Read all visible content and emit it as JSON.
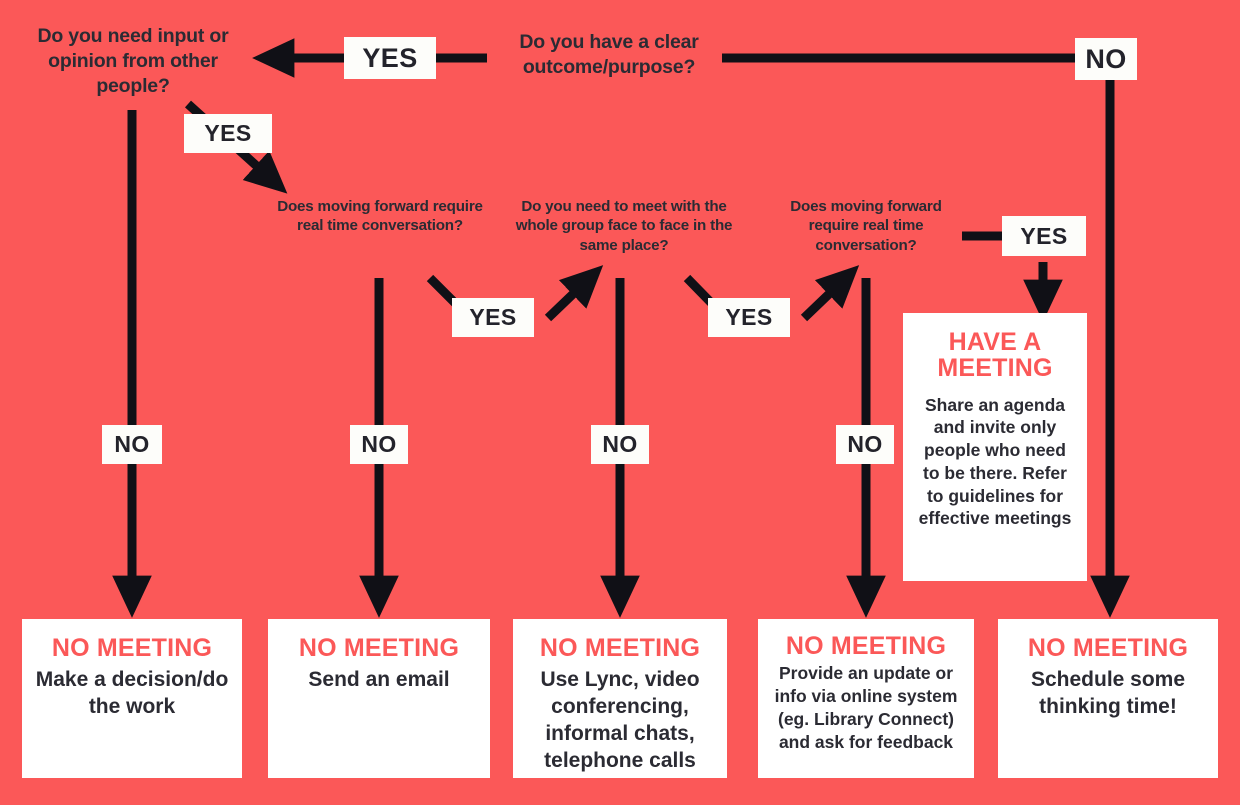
{
  "poster": {
    "background_color": "#fb5858",
    "accent_color": "#fb5858",
    "text_color": "#2b2b33",
    "chip_color": "#fdfdfa"
  },
  "questions": {
    "clear_outcome": "Do you have a clear outcome/purpose?",
    "need_input": "Do you need input or opinion from other people?",
    "real_time_1": "Does moving forward require real time conversation?",
    "whole_group": "Do you need to meet with the whole group face to face in the same place?",
    "real_time_2": "Does moving forward require real time conversation?"
  },
  "labels": {
    "yes": "YES",
    "no": "NO"
  },
  "edges": [
    {
      "from": "clear_outcome",
      "label": "YES",
      "to": "need_input"
    },
    {
      "from": "clear_outcome",
      "label": "NO",
      "to": "outcome_thinking_time"
    },
    {
      "from": "need_input",
      "label": "NO",
      "to": "outcome_decision"
    },
    {
      "from": "need_input",
      "label": "YES",
      "to": "real_time_1"
    },
    {
      "from": "real_time_1",
      "label": "NO",
      "to": "outcome_email"
    },
    {
      "from": "real_time_1",
      "label": "YES",
      "to": "whole_group"
    },
    {
      "from": "whole_group",
      "label": "NO",
      "to": "outcome_lync"
    },
    {
      "from": "whole_group",
      "label": "YES",
      "to": "real_time_2"
    },
    {
      "from": "real_time_2",
      "label": "NO",
      "to": "outcome_update"
    },
    {
      "from": "real_time_2",
      "label": "YES",
      "to": "have_a_meeting"
    }
  ],
  "meeting_card": {
    "head": "HAVE A MEETING",
    "body": "Share an agenda and invite only people who need to be there. Refer to guidelines for effective meetings"
  },
  "outcomes": [
    {
      "head": "NO MEETING",
      "body": "Make a decision/do the work"
    },
    {
      "head": "NO MEETING",
      "body": "Send an email"
    },
    {
      "head": "NO MEETING",
      "body": "Use Lync, video conferencing, informal chats, telephone calls"
    },
    {
      "head": "NO MEETING",
      "body": "Provide an update or info via online system (eg. Library Connect) and ask for feedback"
    },
    {
      "head": "NO MEETING",
      "body": "Schedule some thinking time!"
    }
  ]
}
